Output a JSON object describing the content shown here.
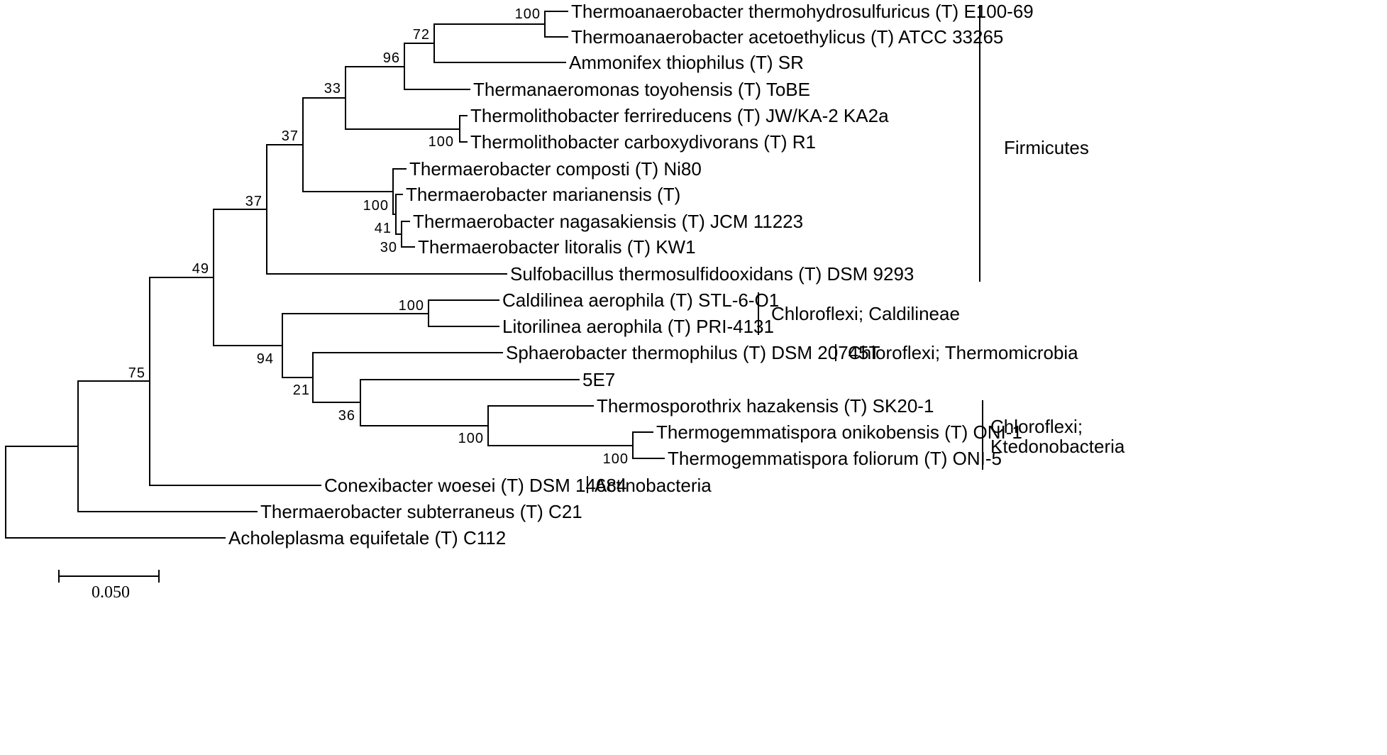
{
  "taxa": [
    "Thermoanaerobacter thermohydrosulfuricus (T) E100-69",
    "Thermoanaerobacter acetoethylicus (T) ATCC 33265",
    "Ammonifex thiophilus (T) SR",
    "Thermanaeromonas toyohensis (T) ToBE",
    "Thermolithobacter ferrireducens (T) JW/KA-2 KA2a",
    "Thermolithobacter carboxydivorans (T) R1",
    "Thermaerobacter composti (T) Ni80",
    "Thermaerobacter marianensis (T)",
    "Thermaerobacter nagasakiensis (T) JCM 11223",
    "Thermaerobacter litoralis (T) KW1",
    "Sulfobacillus thermosulfidooxidans (T) DSM 9293",
    "Caldilinea aerophila (T) STL-6-O1",
    "Litorilinea aerophila (T) PRI-4131",
    "Sphaerobacter thermophilus (T) DSM 20745T",
    "5E7",
    "Thermosporothrix hazakensis (T) SK20-1",
    "Thermogemmatispora onikobensis (T) ONI-1",
    "Thermogemmatispora foliorum (T) ONI-5",
    "Conexibacter woesei (T) DSM 14684",
    "Thermaerobacter subterraneus (T) C21",
    "Acholeplasma equifetale (T) C112"
  ],
  "bootstrap": {
    "n100a": "100",
    "n72": "72",
    "n96": "96",
    "n33": "33",
    "n100b": "100",
    "n37a": "37",
    "n100c": "100",
    "n41": "41",
    "n30": "30",
    "n37b": "37",
    "n49": "49",
    "n100d": "100",
    "n94": "94",
    "n21": "21",
    "n36": "36",
    "n100e": "100",
    "n100f": "100",
    "n75": "75"
  },
  "clades": {
    "firmicutes": "Firmicutes",
    "caldilineae": "Chloroflexi; Caldilineae",
    "thermomicrobia": "Chloroflexi; Thermomicrobia",
    "ktedono_line1": "Chloroflexi;",
    "ktedono_line2": "Ktedonobacteria",
    "actinobacteria": "Actinobacteria"
  },
  "scale_bar": {
    "label": "0.050",
    "value": 0.05
  }
}
